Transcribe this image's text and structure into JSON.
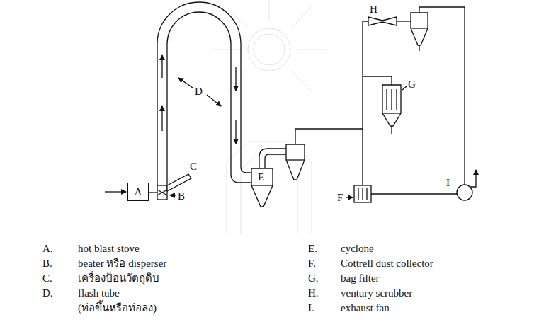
{
  "diagram": {
    "nodes": [
      {
        "text": [
          "A"
        ]
      }
    ],
    "labels": [
      "B",
      "C",
      "D",
      "E",
      "F",
      "G",
      "H",
      "I",
      "A.",
      "hot blast stove",
      "B.",
      "beater หรือ disperser",
      "C.",
      "เครื่องป้อนวัตถุดิบ",
      "D.",
      "flash tube",
      "(ท่อขึ้นหรือท่อลง)",
      "E.",
      "cyclone",
      "F.",
      "Cottrell dust collector",
      "G.",
      "bag filter",
      "H.",
      "ventury scrubber",
      "I.",
      "exhaust fan"
    ]
  }
}
